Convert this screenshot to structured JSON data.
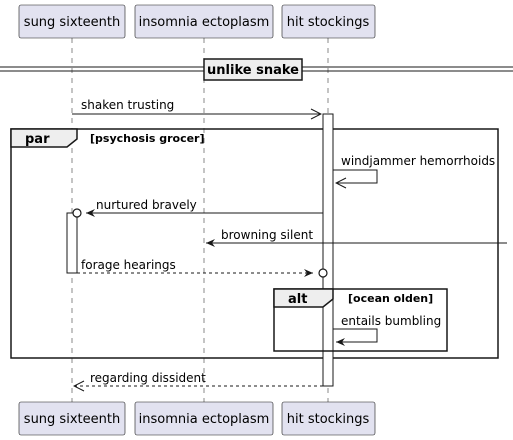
{
  "participants": [
    {
      "id": "sung",
      "label": "sung sixteenth"
    },
    {
      "id": "insomnia",
      "label": "insomnia ectoplasm"
    },
    {
      "id": "hit",
      "label": "hit stockings"
    }
  ],
  "divider": {
    "label": "unlike snake"
  },
  "frames": {
    "par": {
      "keyword": "par",
      "condition": "[psychosis grocer]"
    },
    "alt": {
      "keyword": "alt",
      "condition": "[ocean olden]"
    }
  },
  "messages": [
    {
      "id": "m1",
      "label": "shaken trusting"
    },
    {
      "id": "m2",
      "label": "windjammer hemorrhoids"
    },
    {
      "id": "m3",
      "label": "nurtured bravely"
    },
    {
      "id": "m4",
      "label": "browning silent"
    },
    {
      "id": "m5",
      "label": "forage hearings"
    },
    {
      "id": "m6",
      "label": "entails bumbling"
    },
    {
      "id": "m7",
      "label": "regarding dissident"
    }
  ],
  "colors": {
    "participant_fill": "#E2E2F0",
    "participant_border": "#181818",
    "lifeline": "#888888",
    "divider_fill": "#EEEEEE"
  }
}
